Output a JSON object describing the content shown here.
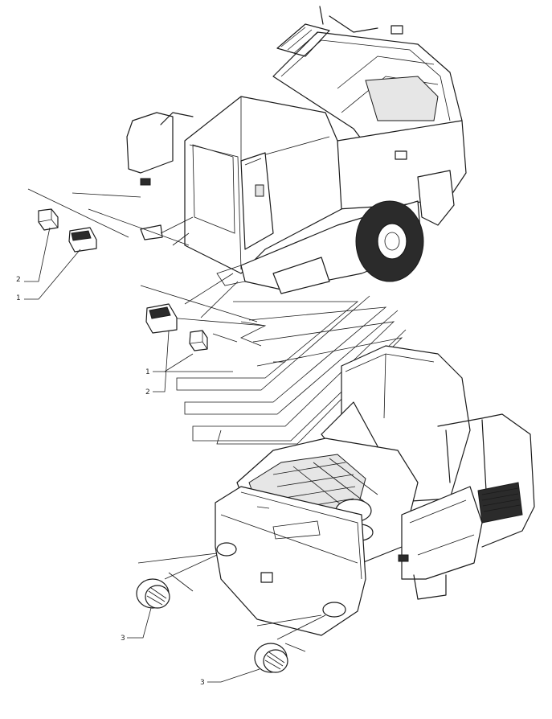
{
  "callouts": [
    {
      "id": "c1",
      "text": "2"
    },
    {
      "id": "c2",
      "text": "1"
    },
    {
      "id": "c3",
      "text": "1"
    },
    {
      "id": "c4",
      "text": "2"
    },
    {
      "id": "c5",
      "text": "3"
    },
    {
      "id": "c6",
      "text": "3"
    }
  ],
  "colors": {
    "line": "#1a1a1a",
    "background": "#ffffff"
  }
}
